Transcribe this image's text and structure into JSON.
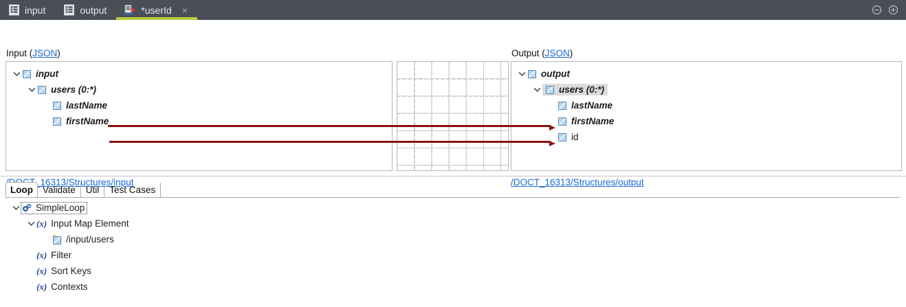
{
  "window": {
    "tabs": [
      {
        "label": "input",
        "icon": "structure-icon",
        "active": false,
        "closable": false
      },
      {
        "label": "output",
        "icon": "structure-icon",
        "active": false,
        "closable": false
      },
      {
        "label": "*userId",
        "icon": "map-service-icon",
        "active": true,
        "closable": true
      }
    ],
    "close_glyph": "×",
    "controls": [
      {
        "name": "minimize-button",
        "glyph": "−"
      },
      {
        "name": "maximize-button",
        "glyph": "+"
      }
    ],
    "accent_color": "#b7cf3c",
    "titlebar_color": "#4a4f57"
  },
  "mapping": {
    "input": {
      "title": "Input (",
      "title_link": "JSON",
      "title_suffix": ")",
      "path": "/DOCT_16313/Structures/input",
      "nodes": [
        {
          "label": "input",
          "indent": 0,
          "twisty": "down",
          "style": "mapped",
          "selected": false
        },
        {
          "label": "users (0:*)",
          "indent": 1,
          "twisty": "down",
          "style": "mapped",
          "selected": false
        },
        {
          "label": "lastName",
          "indent": 2,
          "twisty": "none",
          "style": "mapped",
          "selected": false
        },
        {
          "label": "firstName",
          "indent": 2,
          "twisty": "none",
          "style": "mapped",
          "selected": false
        }
      ]
    },
    "output": {
      "title": "Output (",
      "title_link": "JSON",
      "title_suffix": ")",
      "path": "/DOCT_16313/Structures/output",
      "nodes": [
        {
          "label": "output",
          "indent": 0,
          "twisty": "down",
          "style": "mapped",
          "selected": false
        },
        {
          "label": "users (0:*)",
          "indent": 1,
          "twisty": "down",
          "style": "mapped",
          "selected": true
        },
        {
          "label": "lastName",
          "indent": 2,
          "twisty": "none",
          "style": "mapped",
          "selected": false
        },
        {
          "label": "firstName",
          "indent": 2,
          "twisty": "none",
          "style": "mapped",
          "selected": false
        },
        {
          "label": "id",
          "indent": 2,
          "twisty": "none",
          "style": "plain",
          "selected": false
        }
      ]
    },
    "links": [
      {
        "from": "lastName",
        "to": "lastName",
        "color": "#8c0f0f"
      },
      {
        "from": "firstName",
        "to": "firstName",
        "color": "#8c0f0f"
      }
    ]
  },
  "bottom": {
    "tabs": [
      {
        "label": "Loop",
        "active": true
      },
      {
        "label": "Validate",
        "active": false
      },
      {
        "label": "Util",
        "active": false
      },
      {
        "label": "Test Cases",
        "active": false
      }
    ],
    "tree": [
      {
        "label": "SimpleLoop",
        "indent": 0,
        "twisty": "down",
        "icon": "gears-icon",
        "focused": true
      },
      {
        "label": "Input Map Element",
        "indent": 1,
        "twisty": "down",
        "icon": "function-icon",
        "focused": false
      },
      {
        "label": "/input/users",
        "indent": 2,
        "twisty": "none",
        "icon": "map-node-icon",
        "focused": false
      },
      {
        "label": "Filter",
        "indent": 1,
        "twisty": "none",
        "icon": "function-icon",
        "focused": false
      },
      {
        "label": "Sort Keys",
        "indent": 1,
        "twisty": "none",
        "icon": "function-icon",
        "focused": false
      },
      {
        "label": "Contexts",
        "indent": 1,
        "twisty": "none",
        "icon": "function-icon",
        "focused": false
      }
    ]
  }
}
